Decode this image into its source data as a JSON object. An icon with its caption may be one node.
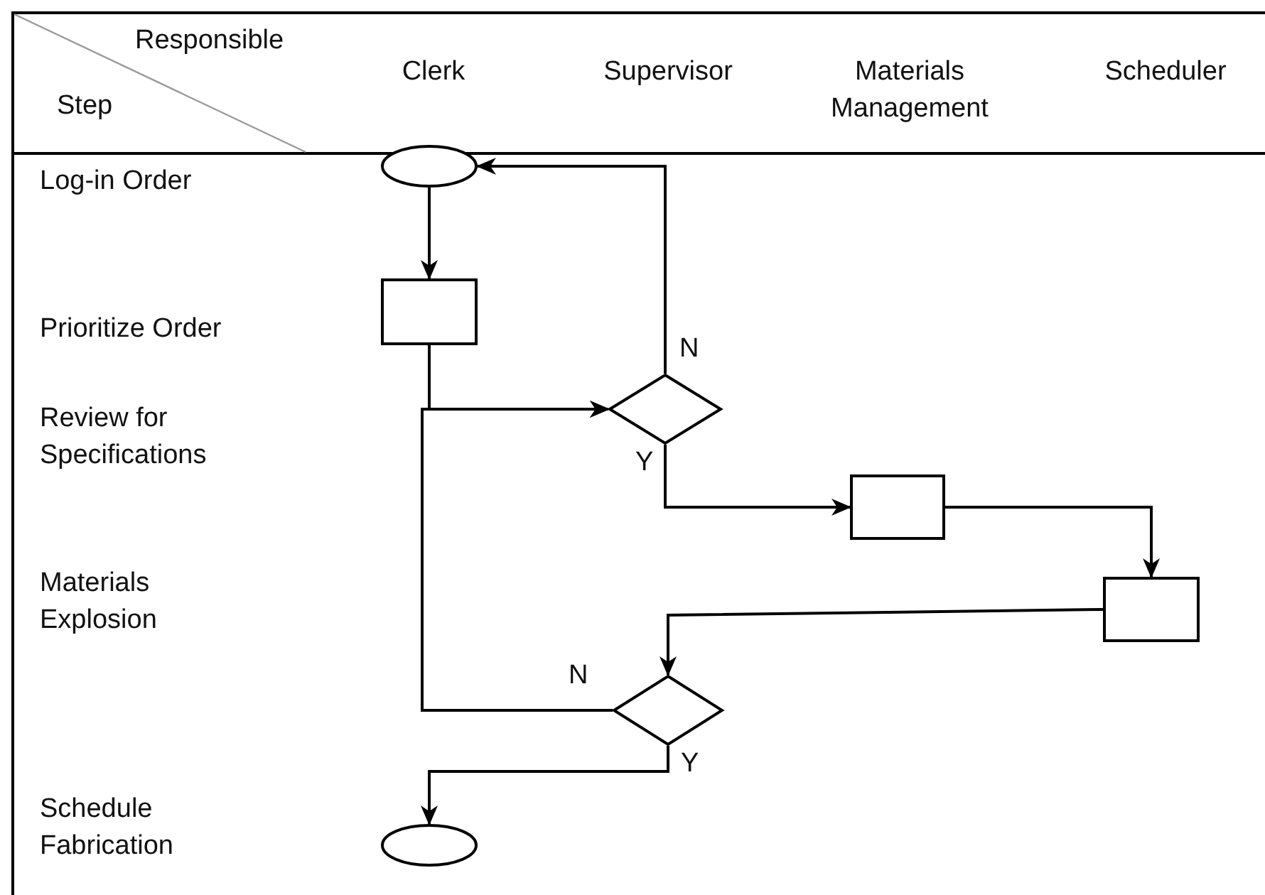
{
  "diagram": {
    "nodes": [
      {
        "text": [],
        "shape": "oval"
      },
      {
        "text": [],
        "shape": "box"
      },
      {
        "text": [],
        "shape": "diamond"
      },
      {
        "text": [],
        "shape": "box"
      },
      {
        "text": [],
        "shape": "box"
      },
      {
        "text": [],
        "shape": "diamond"
      },
      {
        "text": [],
        "shape": "oval"
      }
    ],
    "edges": [
      {
        "from": 0,
        "to": 1,
        "arrow": "to"
      },
      {
        "from": 1,
        "to": 2,
        "arrow": "to"
      },
      {
        "from": 2,
        "to": 0,
        "arrow": "to",
        "label": "N"
      },
      {
        "from": 2,
        "to": 3,
        "arrow": "to",
        "label": "Y"
      },
      {
        "from": 3,
        "to": 4,
        "arrow": "to"
      },
      {
        "from": 4,
        "to": 5,
        "arrow": "to"
      },
      {
        "from": 5,
        "to": 2,
        "arrow": "to",
        "label": "N"
      },
      {
        "from": 5,
        "to": 6,
        "arrow": "to",
        "label": "Y"
      }
    ],
    "labels": [
      "Responsible",
      "Step",
      "Clerk",
      "Supervisor",
      "Materials Management",
      "Scheduler",
      "Log-in Order",
      "Prioritize Order",
      "Review for Specifications",
      "Materials Explosion",
      "Schedule Fabrication"
    ]
  }
}
